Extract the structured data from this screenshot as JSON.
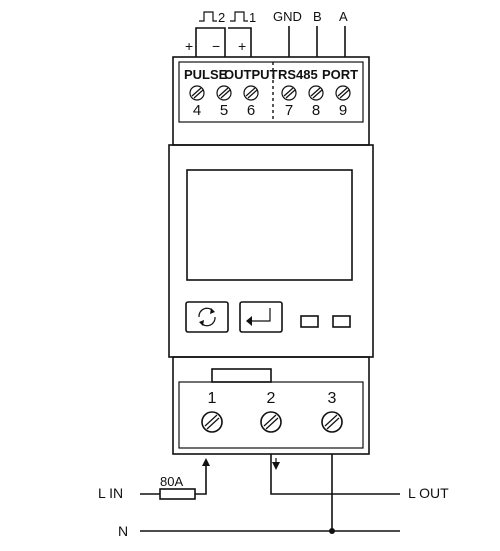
{
  "top_terminals": {
    "pulse_channel_2": "2",
    "pulse_channel_1": "1",
    "signals": [
      "GND",
      "B",
      "A"
    ],
    "polarity": [
      "+",
      "−",
      "+"
    ],
    "group_pulse_word1": "PULSE",
    "group_pulse_word2": "OUTPUT",
    "group_rs485_word1": "RS485",
    "group_rs485_word2": "PORT",
    "numbers": [
      "4",
      "5",
      "6",
      "7",
      "8",
      "9"
    ]
  },
  "bottom_terminals": {
    "numbers": [
      "1",
      "2",
      "3"
    ]
  },
  "wiring": {
    "fuse_rating": "80A",
    "l_in": "L IN",
    "l_out": "L OUT",
    "neutral": "N"
  },
  "icons": [
    "pulse-wave-icon",
    "screw-terminal-icon",
    "cycle-arrows-icon",
    "enter-arrow-icon"
  ]
}
